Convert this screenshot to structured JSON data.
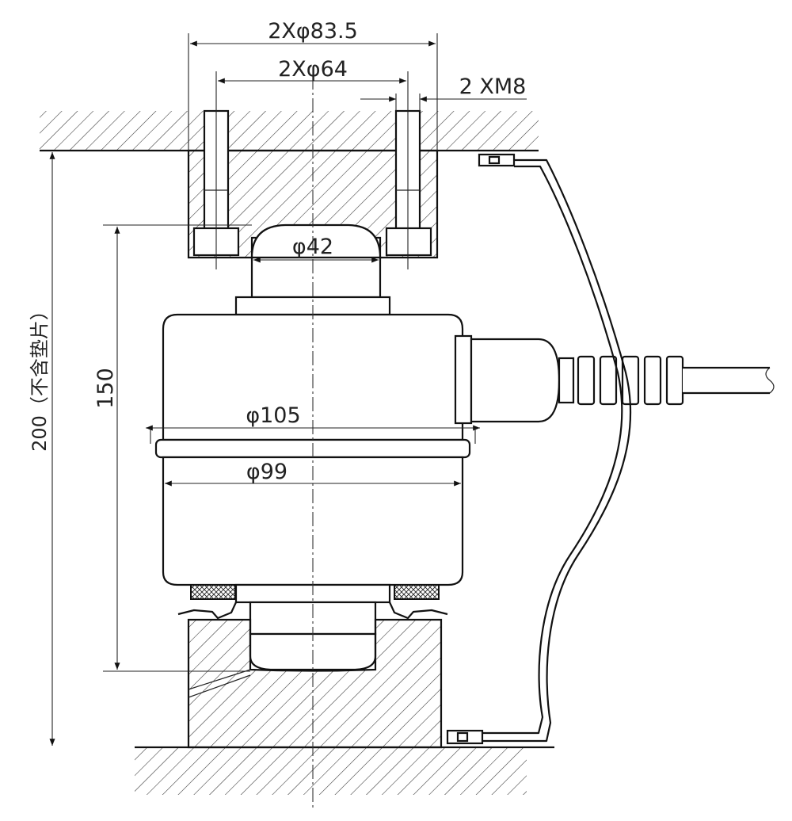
{
  "dimensions": {
    "outer_bolt_circle": "2Xφ83.5",
    "inner_bolt_circle": "2Xφ64",
    "screws": "2 XM8",
    "top_post": "φ42",
    "body_max": "φ105",
    "body": "φ99",
    "sensor_height": "150",
    "total_height": "200",
    "total_height_note": "（不含垫片）"
  },
  "colors": {
    "line": "#111111",
    "background": "#ffffff"
  }
}
